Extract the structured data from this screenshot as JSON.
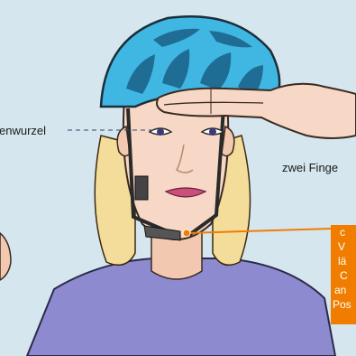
{
  "labels": {
    "nose_root": "enwurzel",
    "two_fingers": "zwei Finge"
  },
  "callout": {
    "lines": [
      "c",
      "V",
      "lä",
      "C",
      "an",
      "Pos"
    ]
  },
  "colors": {
    "background": "#d5e6ef",
    "helmet": "#3fb7e2",
    "shirt": "#8e8ad0",
    "skin": "#f7d7c5",
    "hair": "#f4dd9a",
    "callout": "#f07d00"
  }
}
